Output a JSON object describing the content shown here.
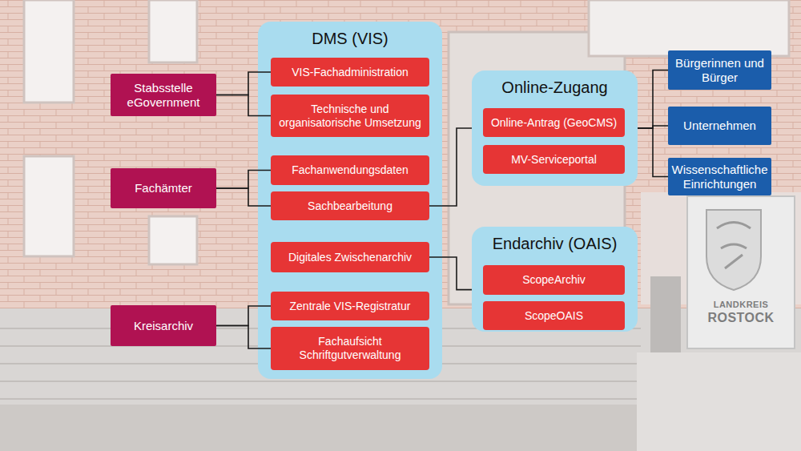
{
  "diagram": {
    "nodes": [
      {
        "text": [
          "Stabsstelle eGovernment"
        ]
      },
      {
        "text": [
          "Fachämter"
        ]
      },
      {
        "text": [
          "Kreisarchiv"
        ]
      },
      {
        "text": [
          "DMS (VIS)"
        ]
      },
      {
        "text": [
          "VIS-Fachadministration"
        ],
        "in": 3
      },
      {
        "text": [
          "Technische und organisatorische Umsetzung"
        ],
        "in": 3
      },
      {
        "text": [
          "Fachanwendungsdaten"
        ],
        "in": 3
      },
      {
        "text": [
          "Sachbearbeitung"
        ],
        "in": 3
      },
      {
        "text": [
          "Digitales Zwischenarchiv"
        ],
        "in": 3
      },
      {
        "text": [
          "Zentrale VIS-Registratur"
        ],
        "in": 3
      },
      {
        "text": [
          "Fachaufsicht Schriftgutverwaltung"
        ],
        "in": 3
      },
      {
        "text": [
          "Online-Zugang"
        ]
      },
      {
        "text": [
          "Online-Antrag (GeoCMS)"
        ],
        "in": 11
      },
      {
        "text": [
          "MV-Serviceportal"
        ],
        "in": 11
      },
      {
        "text": [
          "Endarchiv (OAIS)"
        ]
      },
      {
        "text": [
          "ScopeArchiv"
        ],
        "in": 14
      },
      {
        "text": [
          "ScopeOAIS"
        ],
        "in": 14
      },
      {
        "text": [
          "Bürgerinnen und Bürger"
        ]
      },
      {
        "text": [
          "Unternehmen"
        ]
      },
      {
        "text": [
          "Wissenschaftliche Einrichtungen"
        ]
      }
    ],
    "edges": [
      {
        "from": 0,
        "to": 4,
        "arrow": "none"
      },
      {
        "from": 0,
        "to": 5,
        "arrow": "none"
      },
      {
        "from": 1,
        "to": 6,
        "arrow": "none"
      },
      {
        "from": 1,
        "to": 7,
        "arrow": "none"
      },
      {
        "from": 2,
        "to": 9,
        "arrow": "none"
      },
      {
        "from": 2,
        "to": 10,
        "arrow": "none"
      },
      {
        "from": 7,
        "to": 11,
        "arrow": "none"
      },
      {
        "from": 8,
        "to": 14,
        "arrow": "none"
      },
      {
        "from": 11,
        "to": 17,
        "arrow": "none"
      },
      {
        "from": 11,
        "to": 18,
        "arrow": "none"
      },
      {
        "from": 11,
        "to": 19,
        "arrow": "none"
      }
    ],
    "labels": [
      "LANDKREIS",
      "ROSTOCK"
    ]
  }
}
